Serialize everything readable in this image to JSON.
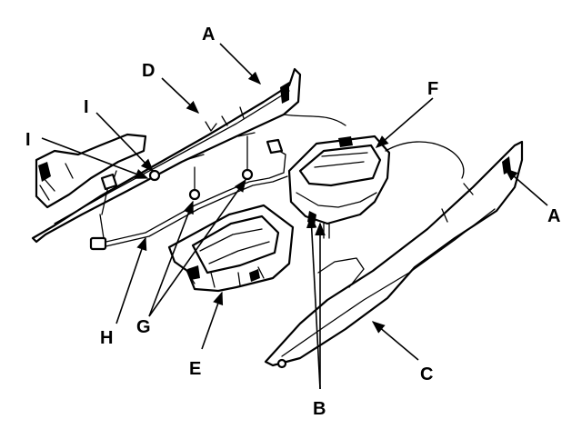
{
  "callouts": {
    "a_top": "A",
    "a_right": "A",
    "b": "B",
    "c": "C",
    "d": "D",
    "e": "E",
    "f": "F",
    "g": "G",
    "h": "H",
    "i_upper": "I",
    "i_lower": "I"
  }
}
